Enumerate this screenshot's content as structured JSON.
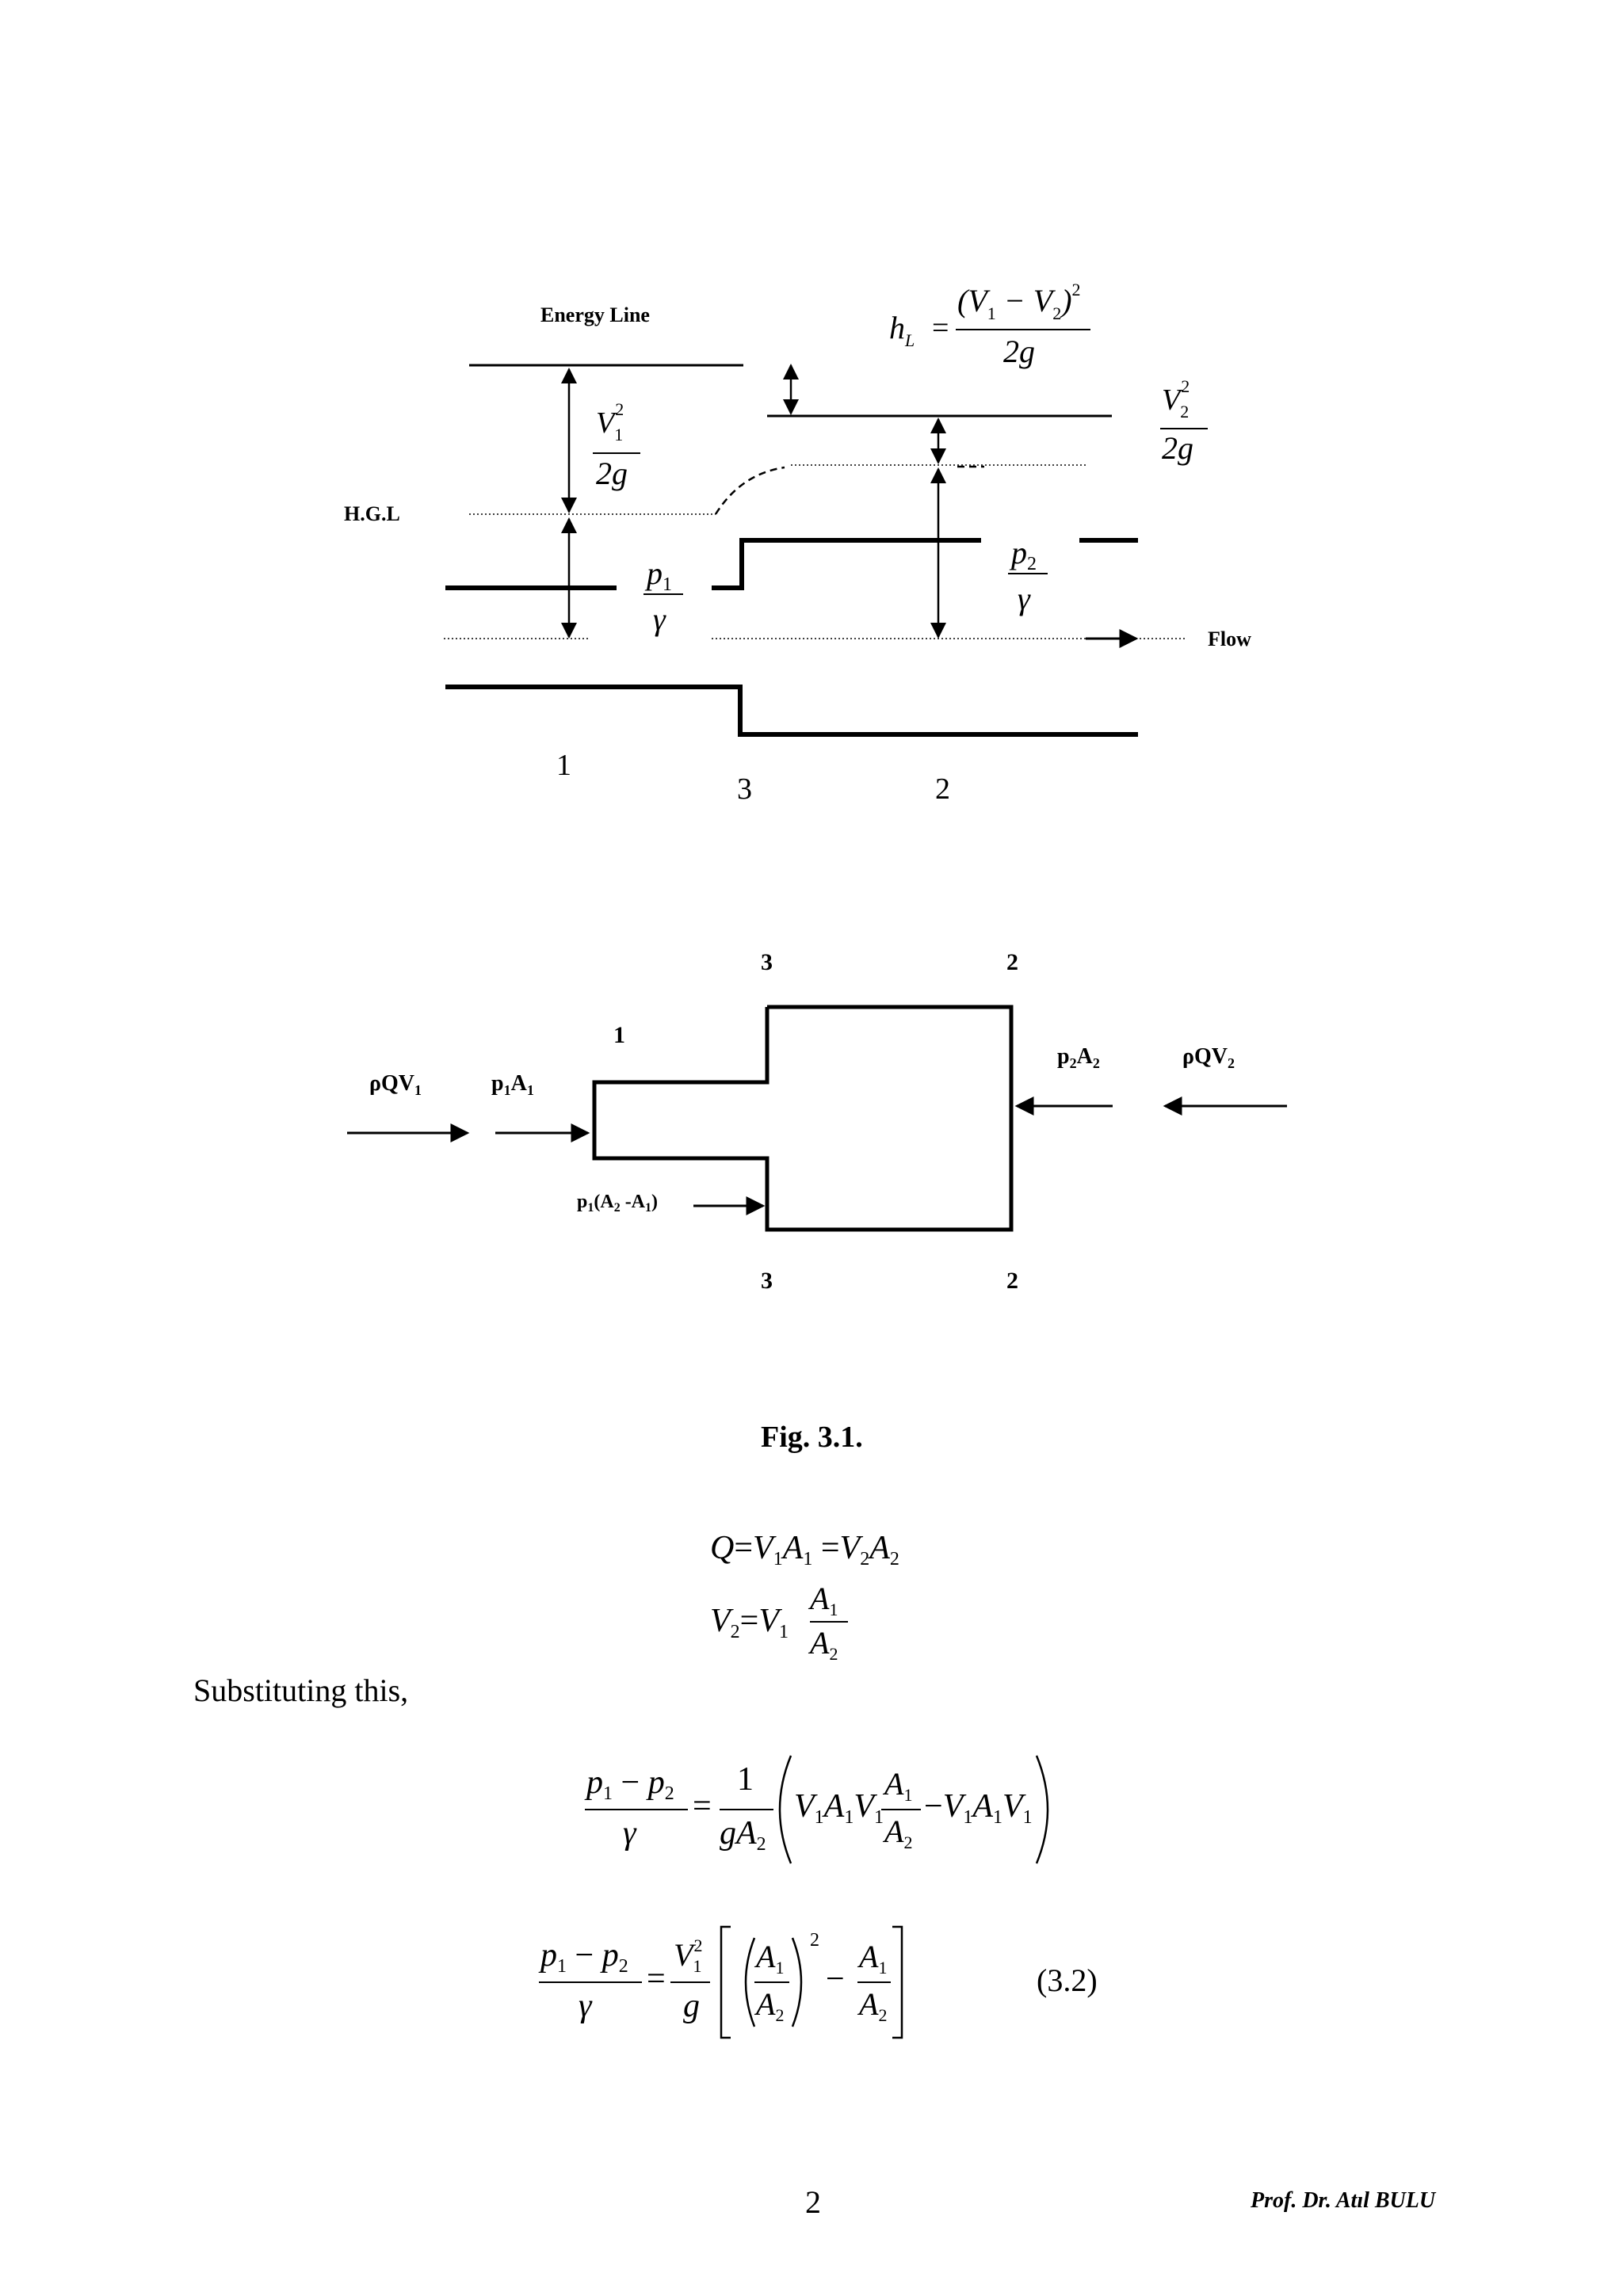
{
  "fig1": {
    "energy_line_label": "Energy Line",
    "hgl_label": "H.G.L",
    "flow_label": "Flow",
    "sections": [
      "1",
      "3",
      "2"
    ],
    "v1sq_num": "V",
    "v1sq_sub": "1",
    "v1sq_sup": "2",
    "v1sq_den": "2g",
    "v2sq_num": "V",
    "v2sq_sub": "2",
    "v2sq_sup": "2",
    "v2sq_den": "2g",
    "p1_num": "p",
    "p1_sub": "1",
    "p1_den": "γ",
    "p2_num": "p",
    "p2_sub": "2",
    "p2_den": "γ",
    "hl_lhs": "h",
    "hl_lhs_sub": "L",
    "hl_eq": "=",
    "hl_num_open": "(V",
    "hl_num_s1": "1",
    "hl_num_mid": " − V",
    "hl_num_s2": "2",
    "hl_num_close": ")",
    "hl_num_sup": "2",
    "hl_den": "2g"
  },
  "fig2": {
    "label_1": "1",
    "label_3_top": "3",
    "label_2_top": "2",
    "label_3_bot": "3",
    "label_2_bot": "2",
    "rhoqv1": "ρQV",
    "rhoqv1_sub": "1",
    "p1a1": "p",
    "p1a1_s1": "1",
    "p1a1_a": "A",
    "p1a1_s2": "1",
    "p2a2": "p",
    "p2a2_s1": "2",
    "p2a2_a": "A",
    "p2a2_s2": "2",
    "rhoqv2": "ρQV",
    "rhoqv2_sub": "2",
    "p1a2a1_a": "p",
    "p1a2a1_s1": "1",
    "p1a2a1_b": "(A",
    "p1a2a1_s2": "2",
    "p1a2a1_c": " -A",
    "p1a2a1_s3": "1",
    "p1a2a1_d": ")"
  },
  "caption": "Fig. 3.1.",
  "eq_continuity": {
    "q": "Q",
    "eq": "=",
    "v": "V",
    "s1": "1",
    "a": "A",
    "s2": "2"
  },
  "text_substituting": "Substituting this,",
  "eq_number": "(3.2)",
  "page_number": "2",
  "author": "Prof. Dr. Atıl BULU"
}
